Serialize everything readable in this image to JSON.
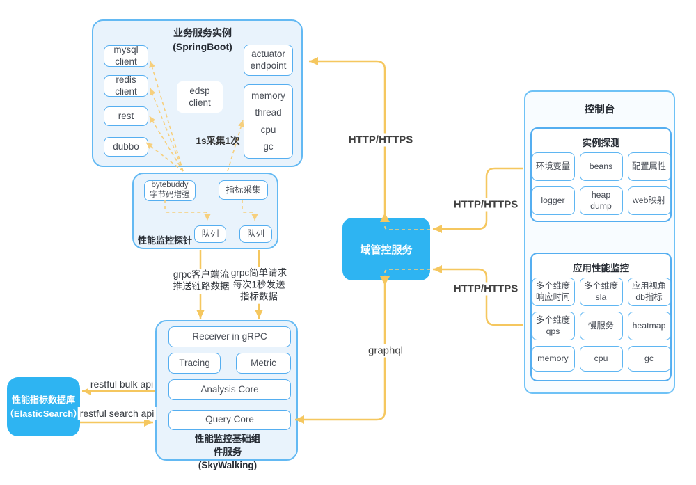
{
  "springboot_instance": {
    "title": "业务服务实例\n(SpringBoot)",
    "clients": [
      "mysql\nclient",
      "redis\nclient",
      "rest",
      "dubbo"
    ],
    "edsp": "edsp\nclient",
    "actuator": "actuator\nendpoint",
    "runtime_metrics": [
      "memory",
      "thread",
      "cpu",
      "gc"
    ],
    "sample_note": "1s采集1次"
  },
  "probe": {
    "label": "性能监控探针",
    "bytebuddy": "bytebuddy\n字节码增强",
    "metric_collect": "指标采集",
    "queues": [
      "队列",
      "队列"
    ]
  },
  "domain_service": {
    "label": "域管控服务"
  },
  "console": {
    "title": "控制台",
    "instance_probe": {
      "title": "实例探测",
      "items": [
        "环境变量",
        "beans",
        "配置属性",
        "logger",
        "heap\ndump",
        "web映射"
      ]
    },
    "apm": {
      "title": "应用性能监控",
      "items": [
        "多个维度\n响应时间",
        "多个维度\nsla",
        "应用视角\ndb指标",
        "多个维度\nqps",
        "慢服务",
        "heatmap",
        "memory",
        "cpu",
        "gc"
      ]
    }
  },
  "skywalking": {
    "receiver": "Receiver in gRPC",
    "tracing": "Tracing",
    "metric": "Metric",
    "analysis": "Analysis Core",
    "query": "Query Core",
    "title": "性能监控基础组件服务\n(SkyWalking)"
  },
  "elasticsearch": {
    "label": "性能指标数据库\n（ElasticSearch）"
  },
  "edge_labels": {
    "http_upper": "HTTP/HTTPS",
    "http_mid": "HTTP/HTTPS",
    "http_lower": "HTTP/HTTPS",
    "graphql": "graphql",
    "grpc_stream": "grpc客户端流\n推送链路数据",
    "grpc_simple": "grpc简单请求\n每次1秒发送\n指标数据",
    "bulk": "restful bulk api",
    "search": "restful search api"
  },
  "colors": {
    "node_blue": "#2EB4F2",
    "container_fill": "#E9F3FC",
    "container_border": "#63B9F3",
    "box_border": "#55AEF0",
    "arrow_solid": "#F5C75F",
    "arrow_dashed": "#F6CF7D"
  }
}
